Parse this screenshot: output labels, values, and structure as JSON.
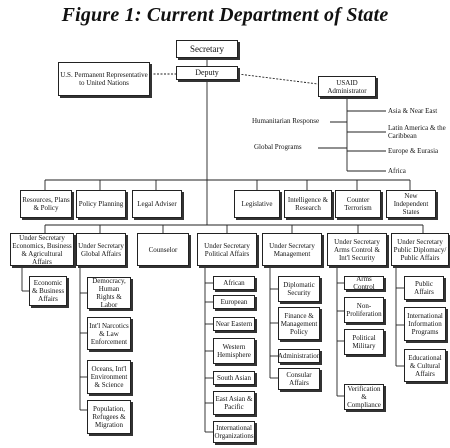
{
  "title": "Figure 1:  Current Department of State",
  "top": {
    "secretary": "Secretary",
    "deputy": "Deputy",
    "us_rep": "U.S. Permanent Representative to United Nations",
    "usaid": "USAID Administrator"
  },
  "usaid_branch": {
    "humanitarian": "Humanitarian Response",
    "global_programs": "Global Programs",
    "regions": [
      "Asia & Near East",
      "Latin America & the Caribbean",
      "Europe & Eurasia",
      "Africa"
    ]
  },
  "mid_row": [
    "Resources, Plans & Policy",
    "Policy Planning",
    "Legal Adviser",
    "Legislative",
    "Intelligence & Research",
    "Counter Terrorism",
    "New Independent States"
  ],
  "under_secretaries": [
    {
      "label": "Under Secretary Economics, Business & Agricultural Affairs",
      "children": [
        "Economic & Business Affairs"
      ]
    },
    {
      "label": "Under Secretary Global Affairs",
      "children": [
        "Democracy, Human Rights & Labor",
        "Int'l Narcotics & Law Enforcement",
        "Oceans, Int'l Environment & Science",
        "Population, Refugees & Migration"
      ]
    },
    {
      "label": "Counselor",
      "children": []
    },
    {
      "label": "Under Secretary Political Affairs",
      "children": [
        "African",
        "European",
        "Near Eastern",
        "Western Hemisphere",
        "South Asian",
        "East Asian & Pacific",
        "International Organizations"
      ]
    },
    {
      "label": "Under Secretary Management",
      "children": [
        "Diplomatic Security",
        "Finance & Management Policy",
        "Administration",
        "Consular Affairs"
      ]
    },
    {
      "label": "Under Secretary Arms Control & Int'l Security",
      "children": [
        "Arms Control",
        "Non-Proliferation",
        "Political Military",
        "Verification & Compliance"
      ]
    },
    {
      "label": "Under Secretary Public Diplomacy/ Public Affairs",
      "children": [
        "Public Affairs",
        "International Information Programs",
        "Educational & Cultural Affairs"
      ]
    }
  ]
}
